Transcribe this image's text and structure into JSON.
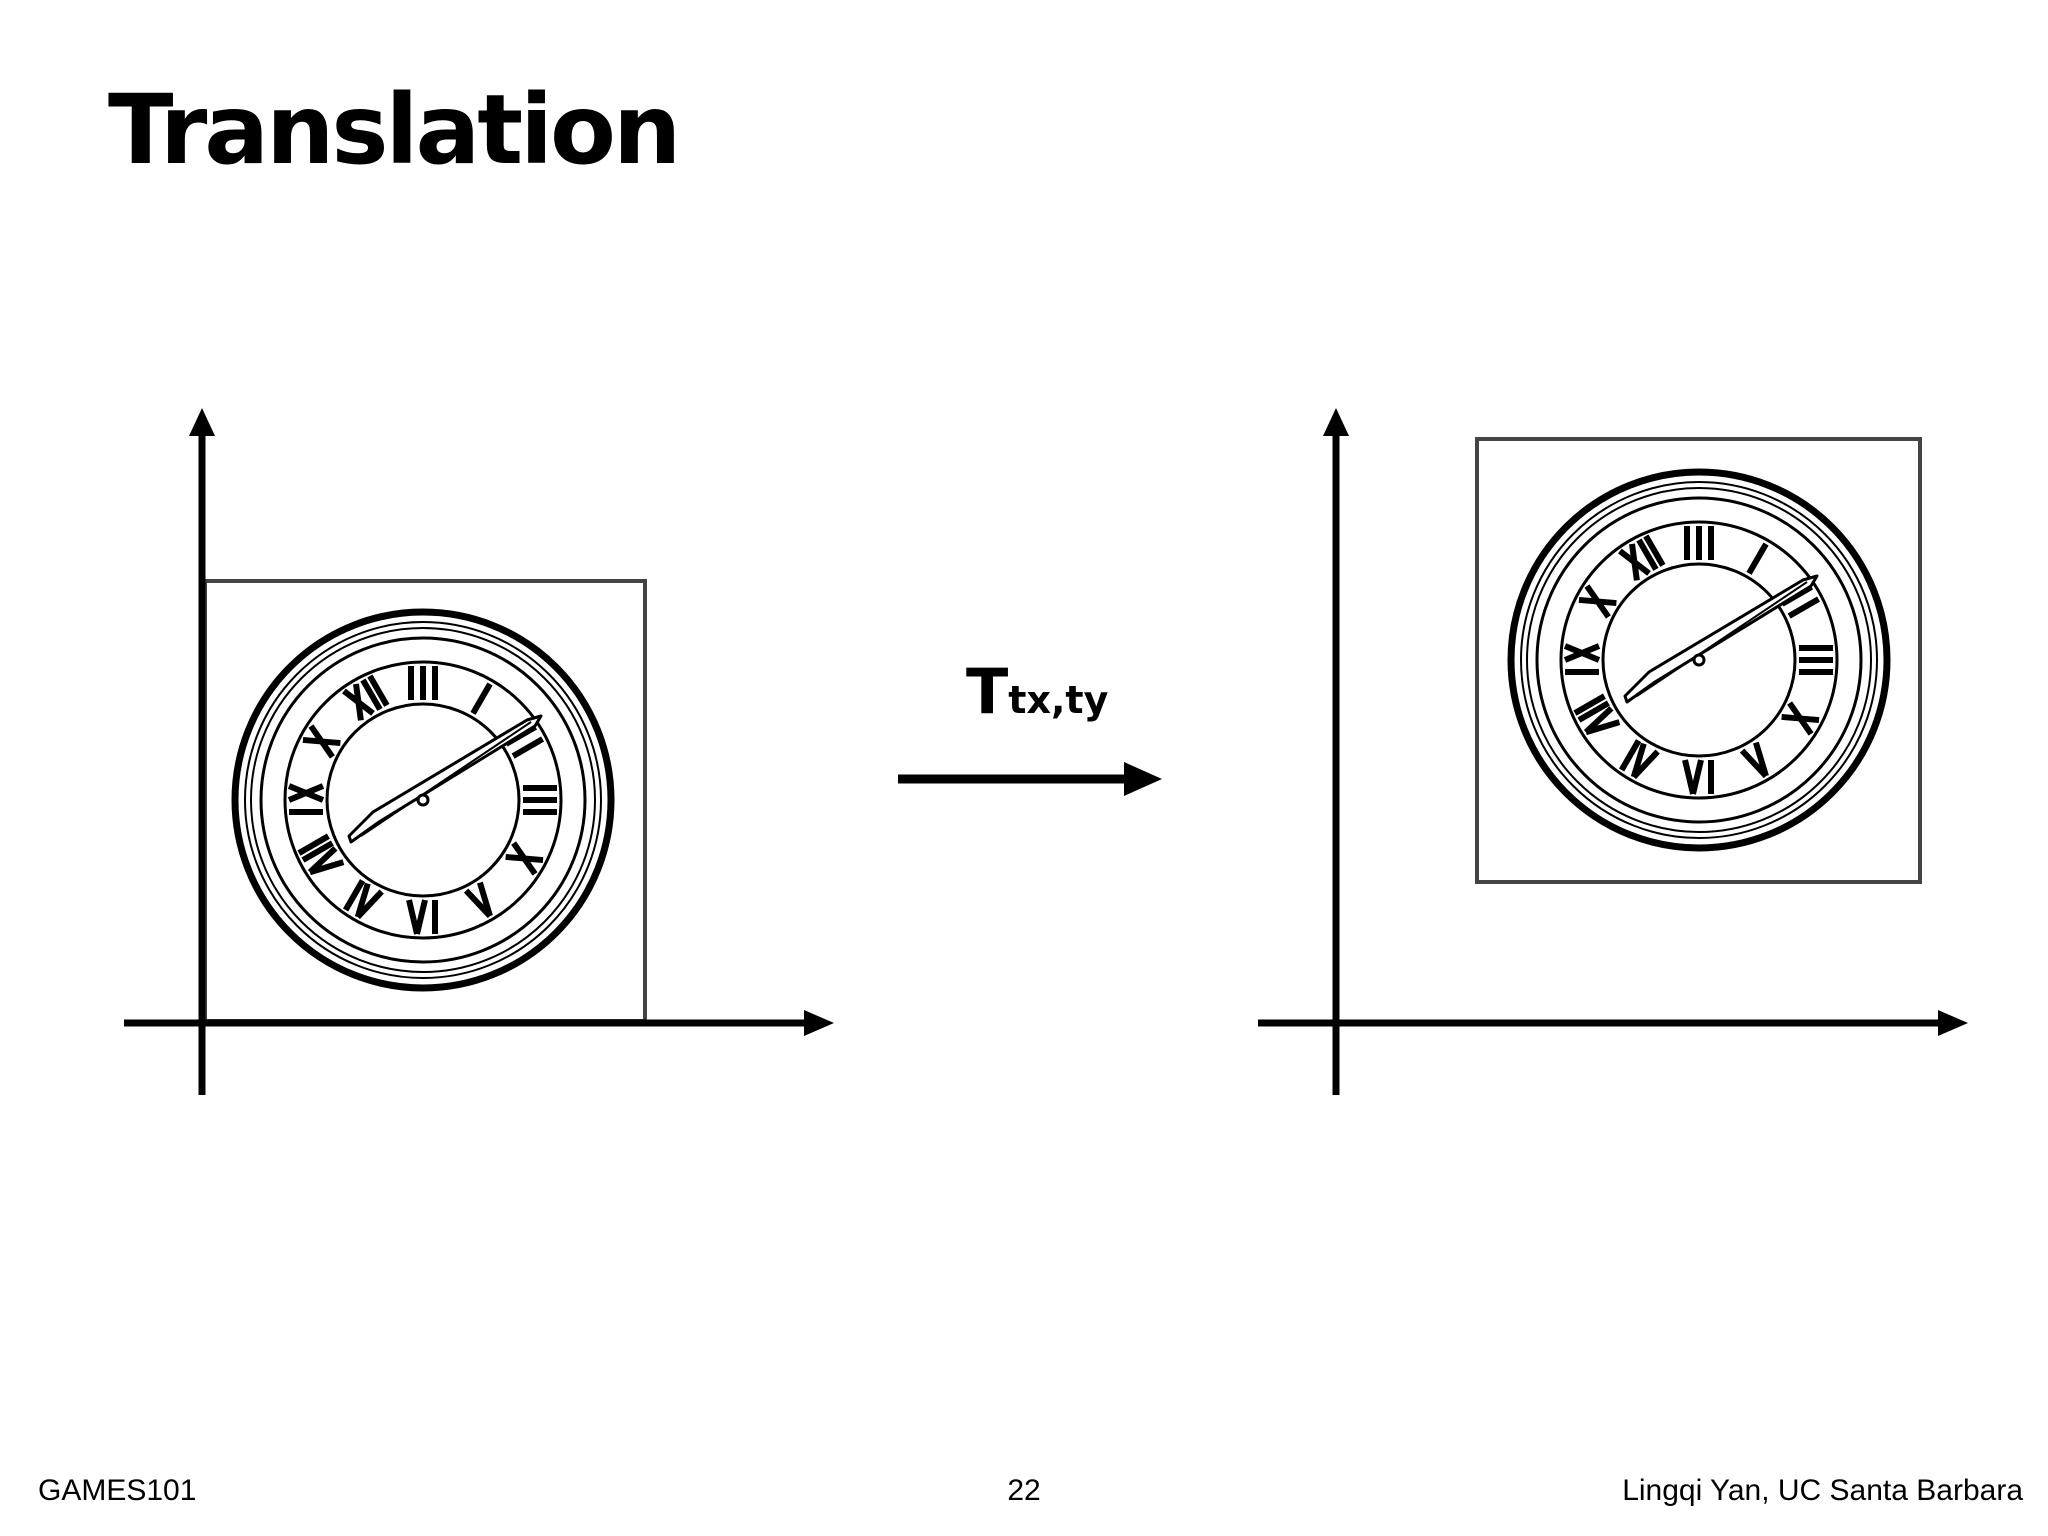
{
  "slide": {
    "title": "Translation",
    "transform_label": {
      "main": "T",
      "subscript": "tx,ty"
    }
  },
  "footer": {
    "course": "GAMES101",
    "page_number": "22",
    "author": "Lingqi Yan, UC Santa Barbara"
  },
  "icons": {
    "clock": "clock-face-icon",
    "axis_arrow": "arrowhead"
  },
  "colors": {
    "ink": "#000000",
    "frame": "#444444",
    "background": "#ffffff"
  }
}
